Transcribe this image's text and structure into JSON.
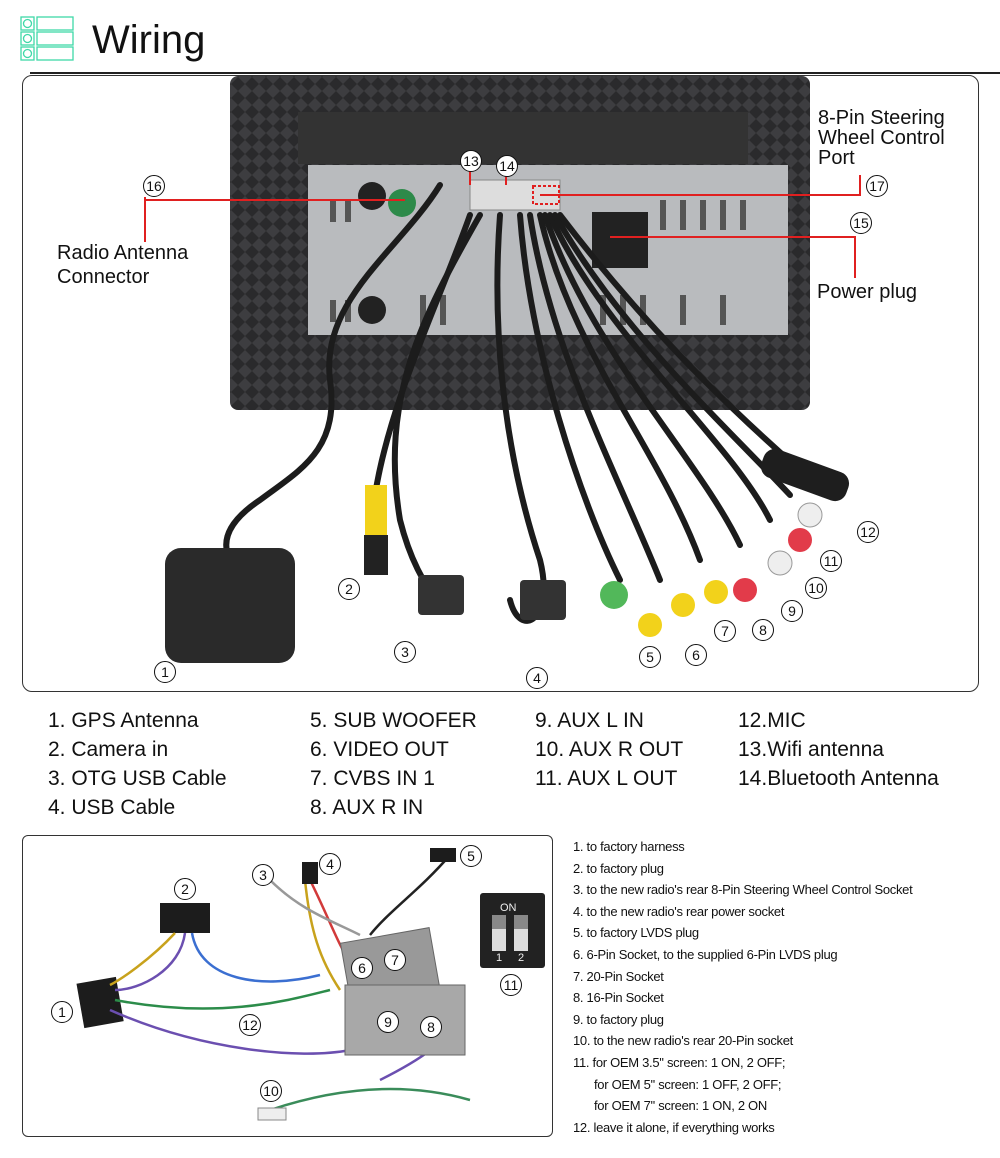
{
  "header": {
    "title": "Wiring",
    "icon": "list-icon",
    "accent": "#3fd8a8"
  },
  "top": {
    "callouts": {
      "c1": "1",
      "c2": "2",
      "c3": "3",
      "c4": "4",
      "c5": "5",
      "c6": "6",
      "c7": "7",
      "c8": "8",
      "c9": "9",
      "c10": "10",
      "c11": "11",
      "c12": "12",
      "c13": "13",
      "c14": "14",
      "c15": "15",
      "c16": "16",
      "c17": "17"
    },
    "radio_antenna": [
      "Radio Antenna",
      "Connector"
    ],
    "steering": [
      "8-Pin Steering",
      "Wheel Control",
      "Port"
    ],
    "power": "Power plug",
    "line_color": "#e02020"
  },
  "legend": [
    [
      "1. GPS Antenna",
      "2. Camera in",
      "3. OTG USB Cable",
      "4. USB Cable"
    ],
    [
      "5. SUB WOOFER",
      "6. VIDEO OUT",
      "7. CVBS IN 1",
      "8. AUX R IN"
    ],
    [
      "9. AUX L IN",
      "10. AUX R OUT",
      "11. AUX L OUT"
    ],
    [
      "12.MIC",
      "13.Wifi antenna",
      "14.Bluetooth Antenna"
    ]
  ],
  "bottom": {
    "callouts": {
      "c1": "1",
      "c2": "2",
      "c3": "3",
      "c4": "4",
      "c5": "5",
      "c6": "6",
      "c7": "7",
      "c8": "8",
      "c9": "9",
      "c10": "10",
      "c11": "11",
      "c12": "12"
    },
    "switch": {
      "on": "ON",
      "n1": "1",
      "n2": "2"
    },
    "notes": [
      "1. to factory harness",
      "2. to factory plug",
      "3. to the new radio's rear 8-Pin Steering Wheel Control Socket",
      "4. to the new radio's rear power socket",
      "5. to factory LVDS plug",
      "6. 6-Pin Socket, to the supplied 6-Pin LVDS plug",
      "7. 20-Pin Socket",
      "8. 16-Pin Socket",
      "9. to factory plug",
      "10. to the new radio's rear 20-Pin socket",
      "11. for OEM 3.5'' screen: 1 ON, 2 OFF;",
      "for OEM 5'' screen: 1 OFF, 2 OFF;",
      "for OEM 7'' screen: 1 ON, 2 ON",
      "12. leave it alone, if everything works"
    ]
  }
}
